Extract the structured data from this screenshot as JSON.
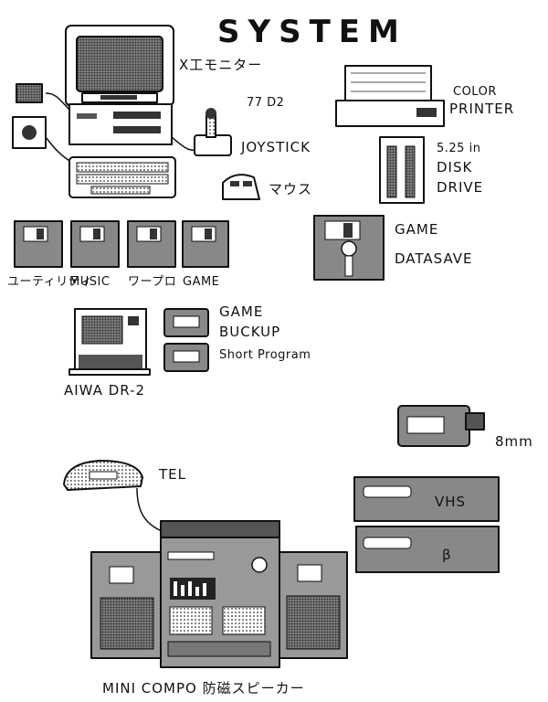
{
  "title": "SYSTEM",
  "labels": {
    "monitor": "X工モニター",
    "computer": "77 D2",
    "joystick": "JOYSTICK",
    "mouse": "マウス",
    "printer_line1": "COLOR",
    "printer_line2": "PRINTER",
    "disk_line1": "5.25 in",
    "disk_line2": "DISK",
    "disk_line3": "DRIVE",
    "floppy_utility": "ユーティリティ",
    "floppy_music": "MUSIC",
    "floppy_wordpro": "ワープロ",
    "floppy_game": "GAME",
    "datasave_line1": "GAME",
    "datasave_line2": "DATASAVE",
    "tape_line1": "GAME",
    "tape_line2": "BUCKUP",
    "tape_line3": "Short Program",
    "recorder": "AIWA DR-2",
    "camera": "8mm",
    "tel": "TEL",
    "vhs": "VHS",
    "beta": "β",
    "minicompo": "MINI COMPO 防磁スピーカー"
  }
}
